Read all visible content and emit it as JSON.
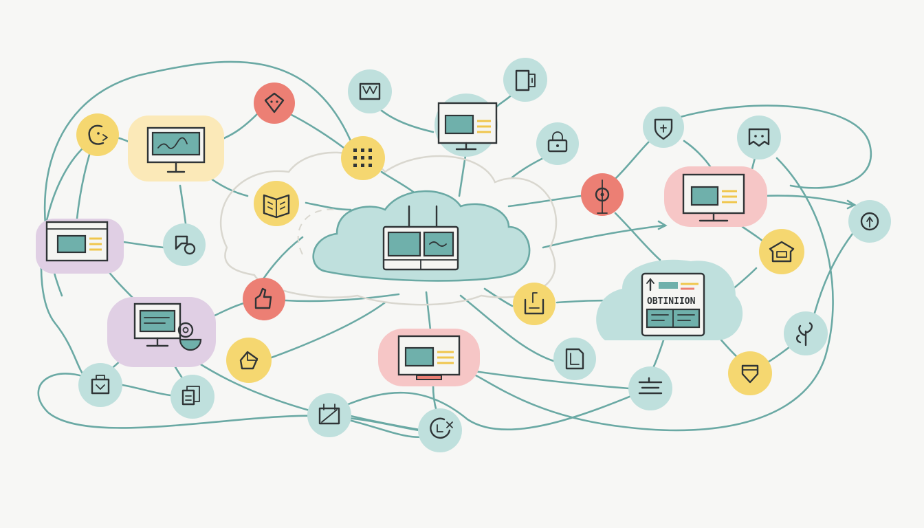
{
  "colors": {
    "background": "#f7f7f5",
    "link": "#6aa9a4",
    "ink": "#2f3436",
    "teal": "#bfe0dd",
    "yellow": "#f5d770",
    "coral": "#ec7f74",
    "purple": "#e0cfe4",
    "cream": "#fbe9b8",
    "pink": "#f6c6c6",
    "screen": "#6fb0ab",
    "accent_yellow": "#f0c64c",
    "cloud_outline": "#d9d7cf"
  },
  "cloud": {
    "icon": "server-rack-icon"
  },
  "nodes": [
    {
      "icon": "smiley-face-icon",
      "color": "yellow"
    },
    {
      "icon": "heart-shield-icon",
      "color": "coral"
    },
    {
      "icon": "envelope-icon",
      "color": "teal"
    },
    {
      "icon": "phone-icon",
      "color": "teal"
    },
    {
      "icon": "grid-dots-icon",
      "color": "yellow"
    },
    {
      "icon": "open-book-icon",
      "color": "yellow"
    },
    {
      "icon": "chat-circle-icon",
      "color": "teal"
    },
    {
      "icon": "lock-icon",
      "color": "teal"
    },
    {
      "icon": "shield-icon",
      "color": "teal"
    },
    {
      "icon": "mask-icon",
      "color": "teal"
    },
    {
      "icon": "target-pin-icon",
      "color": "coral"
    },
    {
      "icon": "refresh-icon",
      "color": "teal"
    },
    {
      "icon": "thumbs-up-icon",
      "color": "coral"
    },
    {
      "icon": "pie-chart-icon",
      "color": "yellow"
    },
    {
      "icon": "coffee-icon",
      "color": "yellow"
    },
    {
      "icon": "box-icon",
      "color": "yellow"
    },
    {
      "icon": "document-icon",
      "color": "teal"
    },
    {
      "icon": "plant-icon",
      "color": "teal"
    },
    {
      "icon": "gem-icon",
      "color": "yellow"
    },
    {
      "icon": "list-icon",
      "color": "teal"
    },
    {
      "icon": "calendar-icon",
      "color": "teal"
    },
    {
      "icon": "clock-icon",
      "color": "teal"
    },
    {
      "icon": "bag-icon",
      "color": "teal"
    },
    {
      "icon": "files-icon",
      "color": "teal"
    }
  ],
  "screens": [
    {
      "icon": "monitor-chart-icon",
      "color": "cream"
    },
    {
      "icon": "monitor-window-icon",
      "color": "teal"
    },
    {
      "icon": "window-panel-icon",
      "color": "purple"
    },
    {
      "icon": "monitor-gear-icon",
      "color": "purple"
    },
    {
      "icon": "monitor-window-icon",
      "color": "pink"
    },
    {
      "icon": "monitor-window-icon",
      "color": "pink"
    },
    {
      "icon": "optimization-panel-icon",
      "color": "teal"
    }
  ],
  "optimization_panel": {
    "label": "OBTINIION"
  }
}
